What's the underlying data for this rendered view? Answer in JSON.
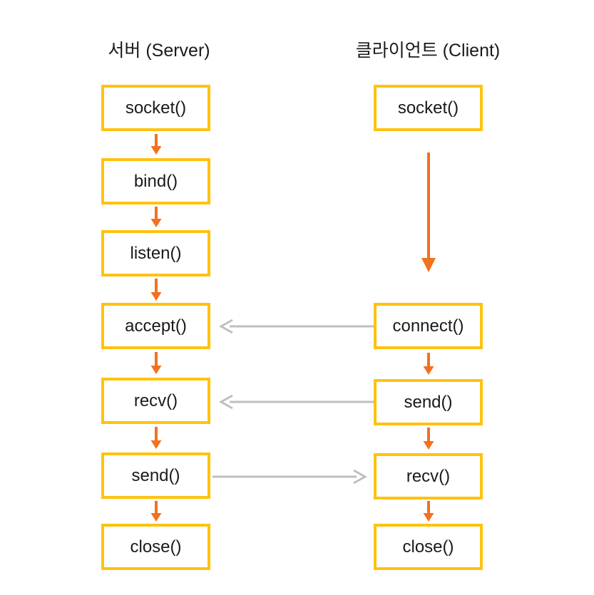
{
  "diagram": {
    "title_server": "서버 (Server)",
    "title_client": "클라이언트 (Client)",
    "colors": {
      "box_border": "#FFC20E",
      "box_fill": "#FFFFFF",
      "flow_arrow": "#F4701F",
      "message_arrow": "#BFBFBF",
      "text": "#1A1A1A",
      "background": "#FFFFFF"
    },
    "server": {
      "label": "서버 (Server)",
      "steps": [
        {
          "label": "socket()"
        },
        {
          "label": "bind()"
        },
        {
          "label": "listen()"
        },
        {
          "label": "accept()"
        },
        {
          "label": "recv()"
        },
        {
          "label": "send()"
        },
        {
          "label": "close()"
        }
      ]
    },
    "client": {
      "label": "클라이언트 (Client)",
      "steps": [
        {
          "label": "socket()"
        },
        {
          "label": "connect()"
        },
        {
          "label": "send()"
        },
        {
          "label": "recv()"
        },
        {
          "label": "close()"
        }
      ]
    },
    "flow_arrows": {
      "server": [
        {
          "from": "socket()",
          "to": "bind()"
        },
        {
          "from": "bind()",
          "to": "listen()"
        },
        {
          "from": "listen()",
          "to": "accept()"
        },
        {
          "from": "accept()",
          "to": "recv()"
        },
        {
          "from": "recv()",
          "to": "send()"
        },
        {
          "from": "send()",
          "to": "close()"
        }
      ],
      "client": [
        {
          "from": "socket()",
          "to": "connect()",
          "style": "long"
        },
        {
          "from": "connect()",
          "to": "send()"
        },
        {
          "from": "send()",
          "to": "recv()"
        },
        {
          "from": "recv()",
          "to": "close()"
        }
      ]
    },
    "message_arrows": [
      {
        "from": "connect()",
        "to": "accept()",
        "direction": "client-to-server"
      },
      {
        "from": "send()",
        "to": "recv()",
        "direction": "client-to-server"
      },
      {
        "from": "send()",
        "to": "recv()",
        "direction": "server-to-client"
      }
    ]
  }
}
